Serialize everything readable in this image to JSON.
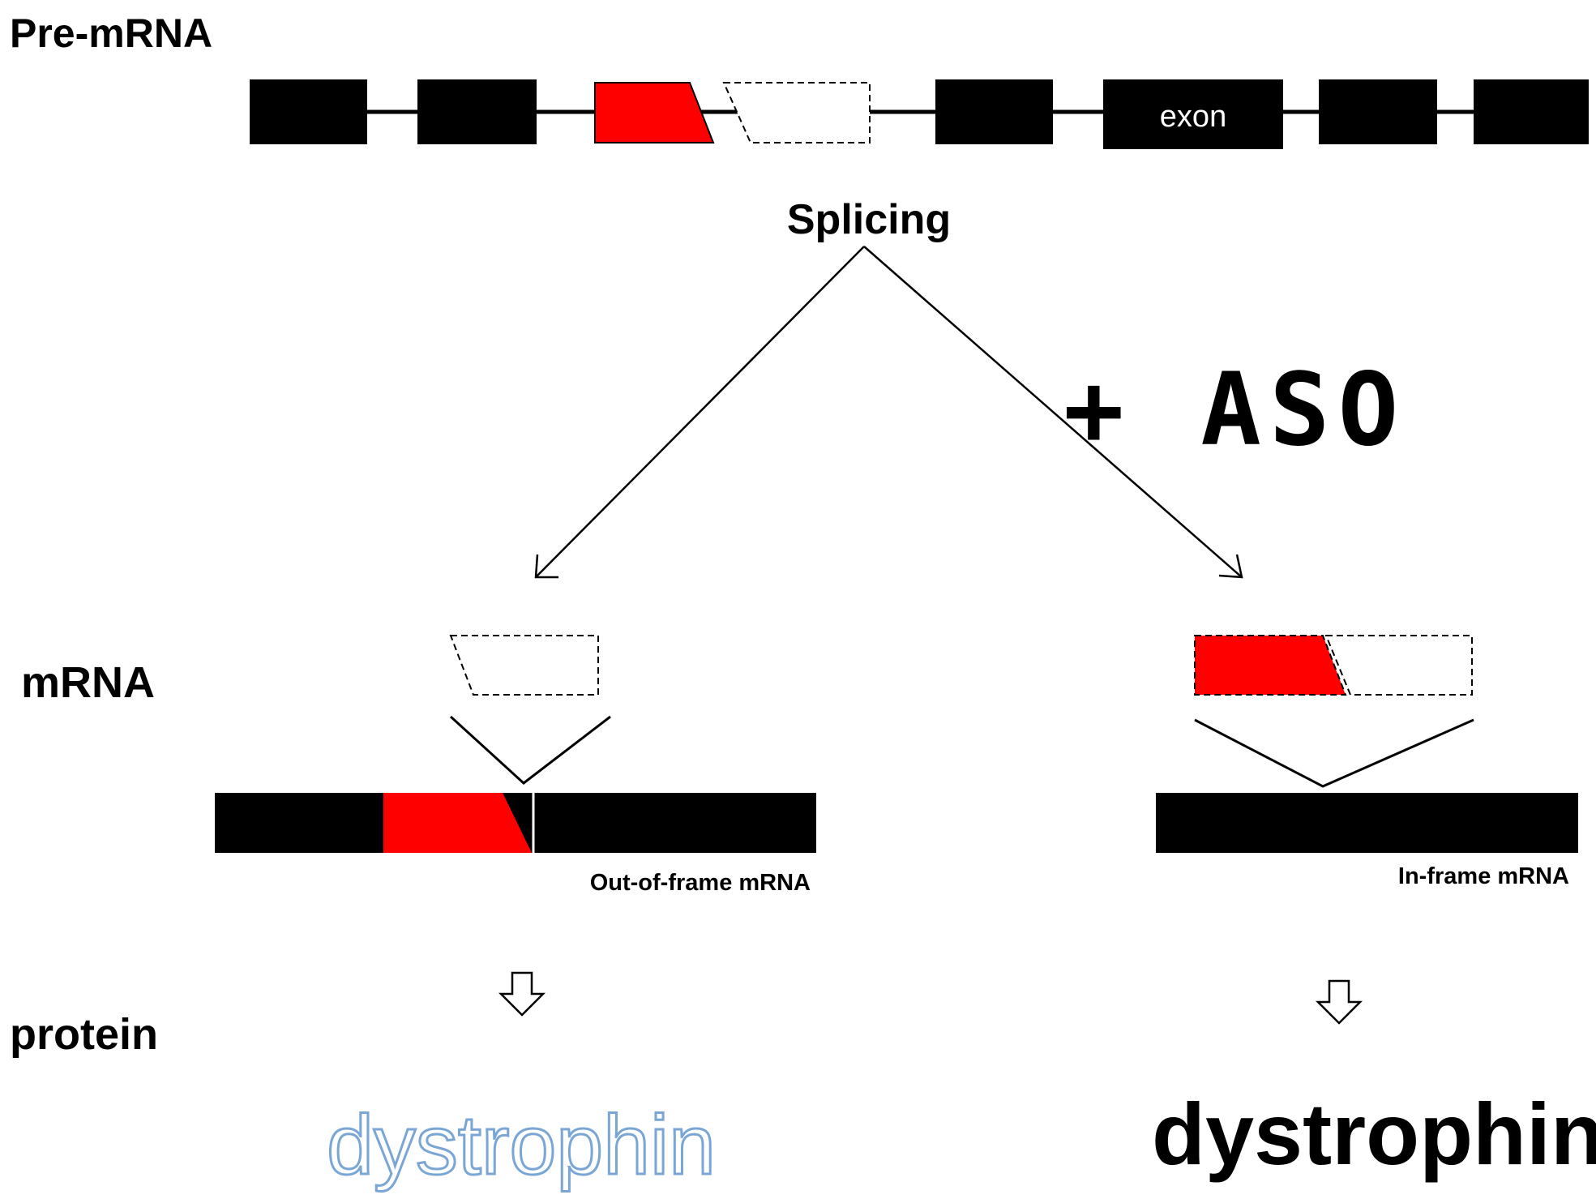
{
  "labels": {
    "pre_mrna": "Pre-mRNA",
    "exon": "exon",
    "splicing": "Splicing",
    "aso": "+ ASO",
    "mrna": "mRNA",
    "out_of_frame": "Out-of-frame mRNA",
    "in_frame": "In-frame mRNA",
    "protein": "protein",
    "dystrophin_absent": "dystrophin",
    "dystrophin_present": "dystrophin"
  },
  "colors": {
    "exon": "#000000",
    "mutant_exon": "#ff0000",
    "skipped_outline": "#000000",
    "faded_text_fill": "#ffffff",
    "faded_text_stroke": "#7aa6d6"
  }
}
